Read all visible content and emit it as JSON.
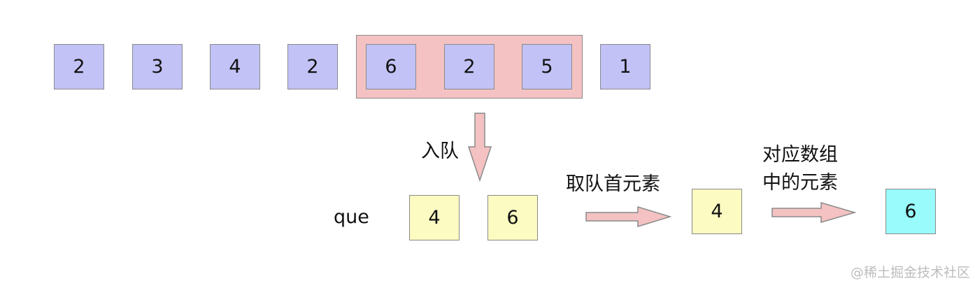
{
  "array": [
    {
      "value": "2"
    },
    {
      "value": "3"
    },
    {
      "value": "4"
    },
    {
      "value": "2"
    },
    {
      "value": "6"
    },
    {
      "value": "2"
    },
    {
      "value": "5"
    },
    {
      "value": "1"
    }
  ],
  "labels": {
    "enqueue": "入队",
    "take_front": "取队首元素",
    "map_line1": "对应数组",
    "map_line2": "中的元素",
    "queue_name": "que"
  },
  "queue": [
    {
      "value": "4"
    },
    {
      "value": "6"
    }
  ],
  "front_value": "4",
  "result_value": "6",
  "watermark": "@稀土掘金技术社区",
  "colors": {
    "array_cell": "#c2c2f7",
    "window": "#f4c2c2",
    "queue_cell": "#fbfbc2",
    "result_cell": "#99fbfb",
    "arrow_fill": "#f4c2c2",
    "arrow_stroke": "#8a8a8a"
  }
}
